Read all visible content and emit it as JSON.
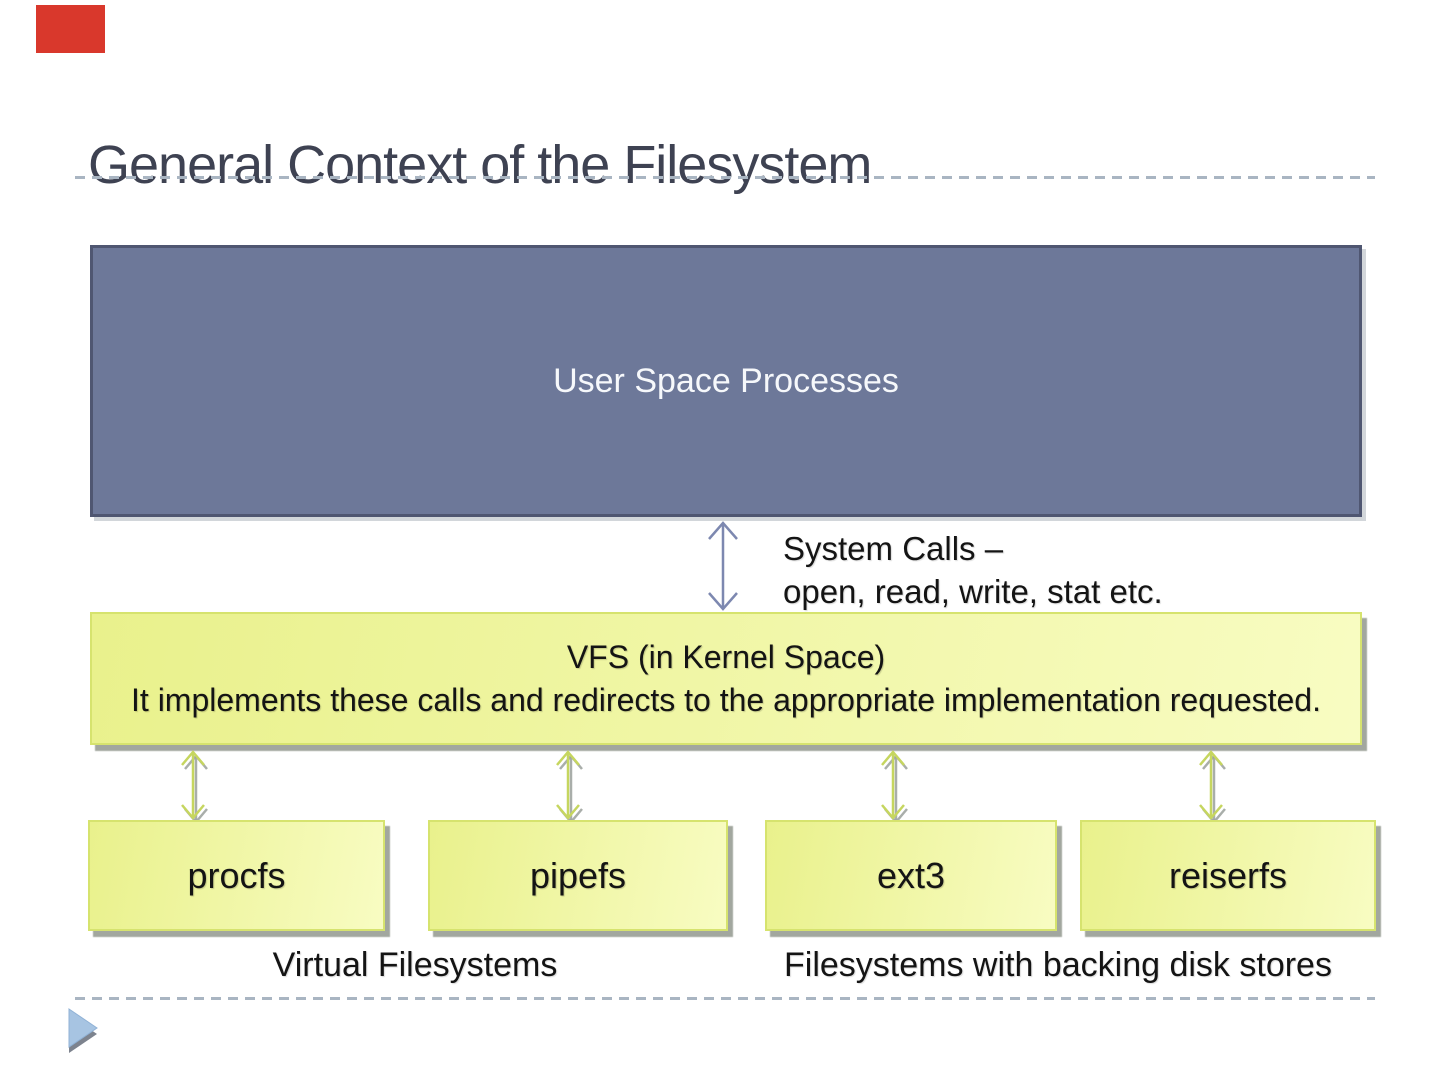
{
  "slide": {
    "title": "General Context of the Filesystem"
  },
  "diagram": {
    "user_space": {
      "label": "User Space Processes"
    },
    "system_calls": {
      "line1": "System Calls –",
      "line2": "open, read, write, stat etc."
    },
    "vfs": {
      "line1": "VFS (in Kernel Space)",
      "line2": "It implements these calls and redirects to the appropriate implementation requested."
    },
    "filesystems": [
      "procfs",
      "pipefs",
      "ext3",
      "reiserfs"
    ],
    "group_labels": {
      "virtual": "Virtual Filesystems",
      "backed": "Filesystems with backing disk stores"
    }
  },
  "colors": {
    "accent_red": "#d9382c",
    "user_space_fill": "#6d7899",
    "user_space_border": "#4f5671",
    "vfs_fill_left": "#e9f18c",
    "vfs_fill_right": "#f8fcc2",
    "vfs_border": "#d6e36e",
    "arrow_slate": "#7d88b0",
    "arrow_green": "#c6d65f",
    "shadow_gray": "#a2a79f",
    "dash_line": "#a9b5c2",
    "title_text": "#3e4252",
    "body_text": "#141414",
    "footer_arrow_blue": "#a7c4e2"
  }
}
